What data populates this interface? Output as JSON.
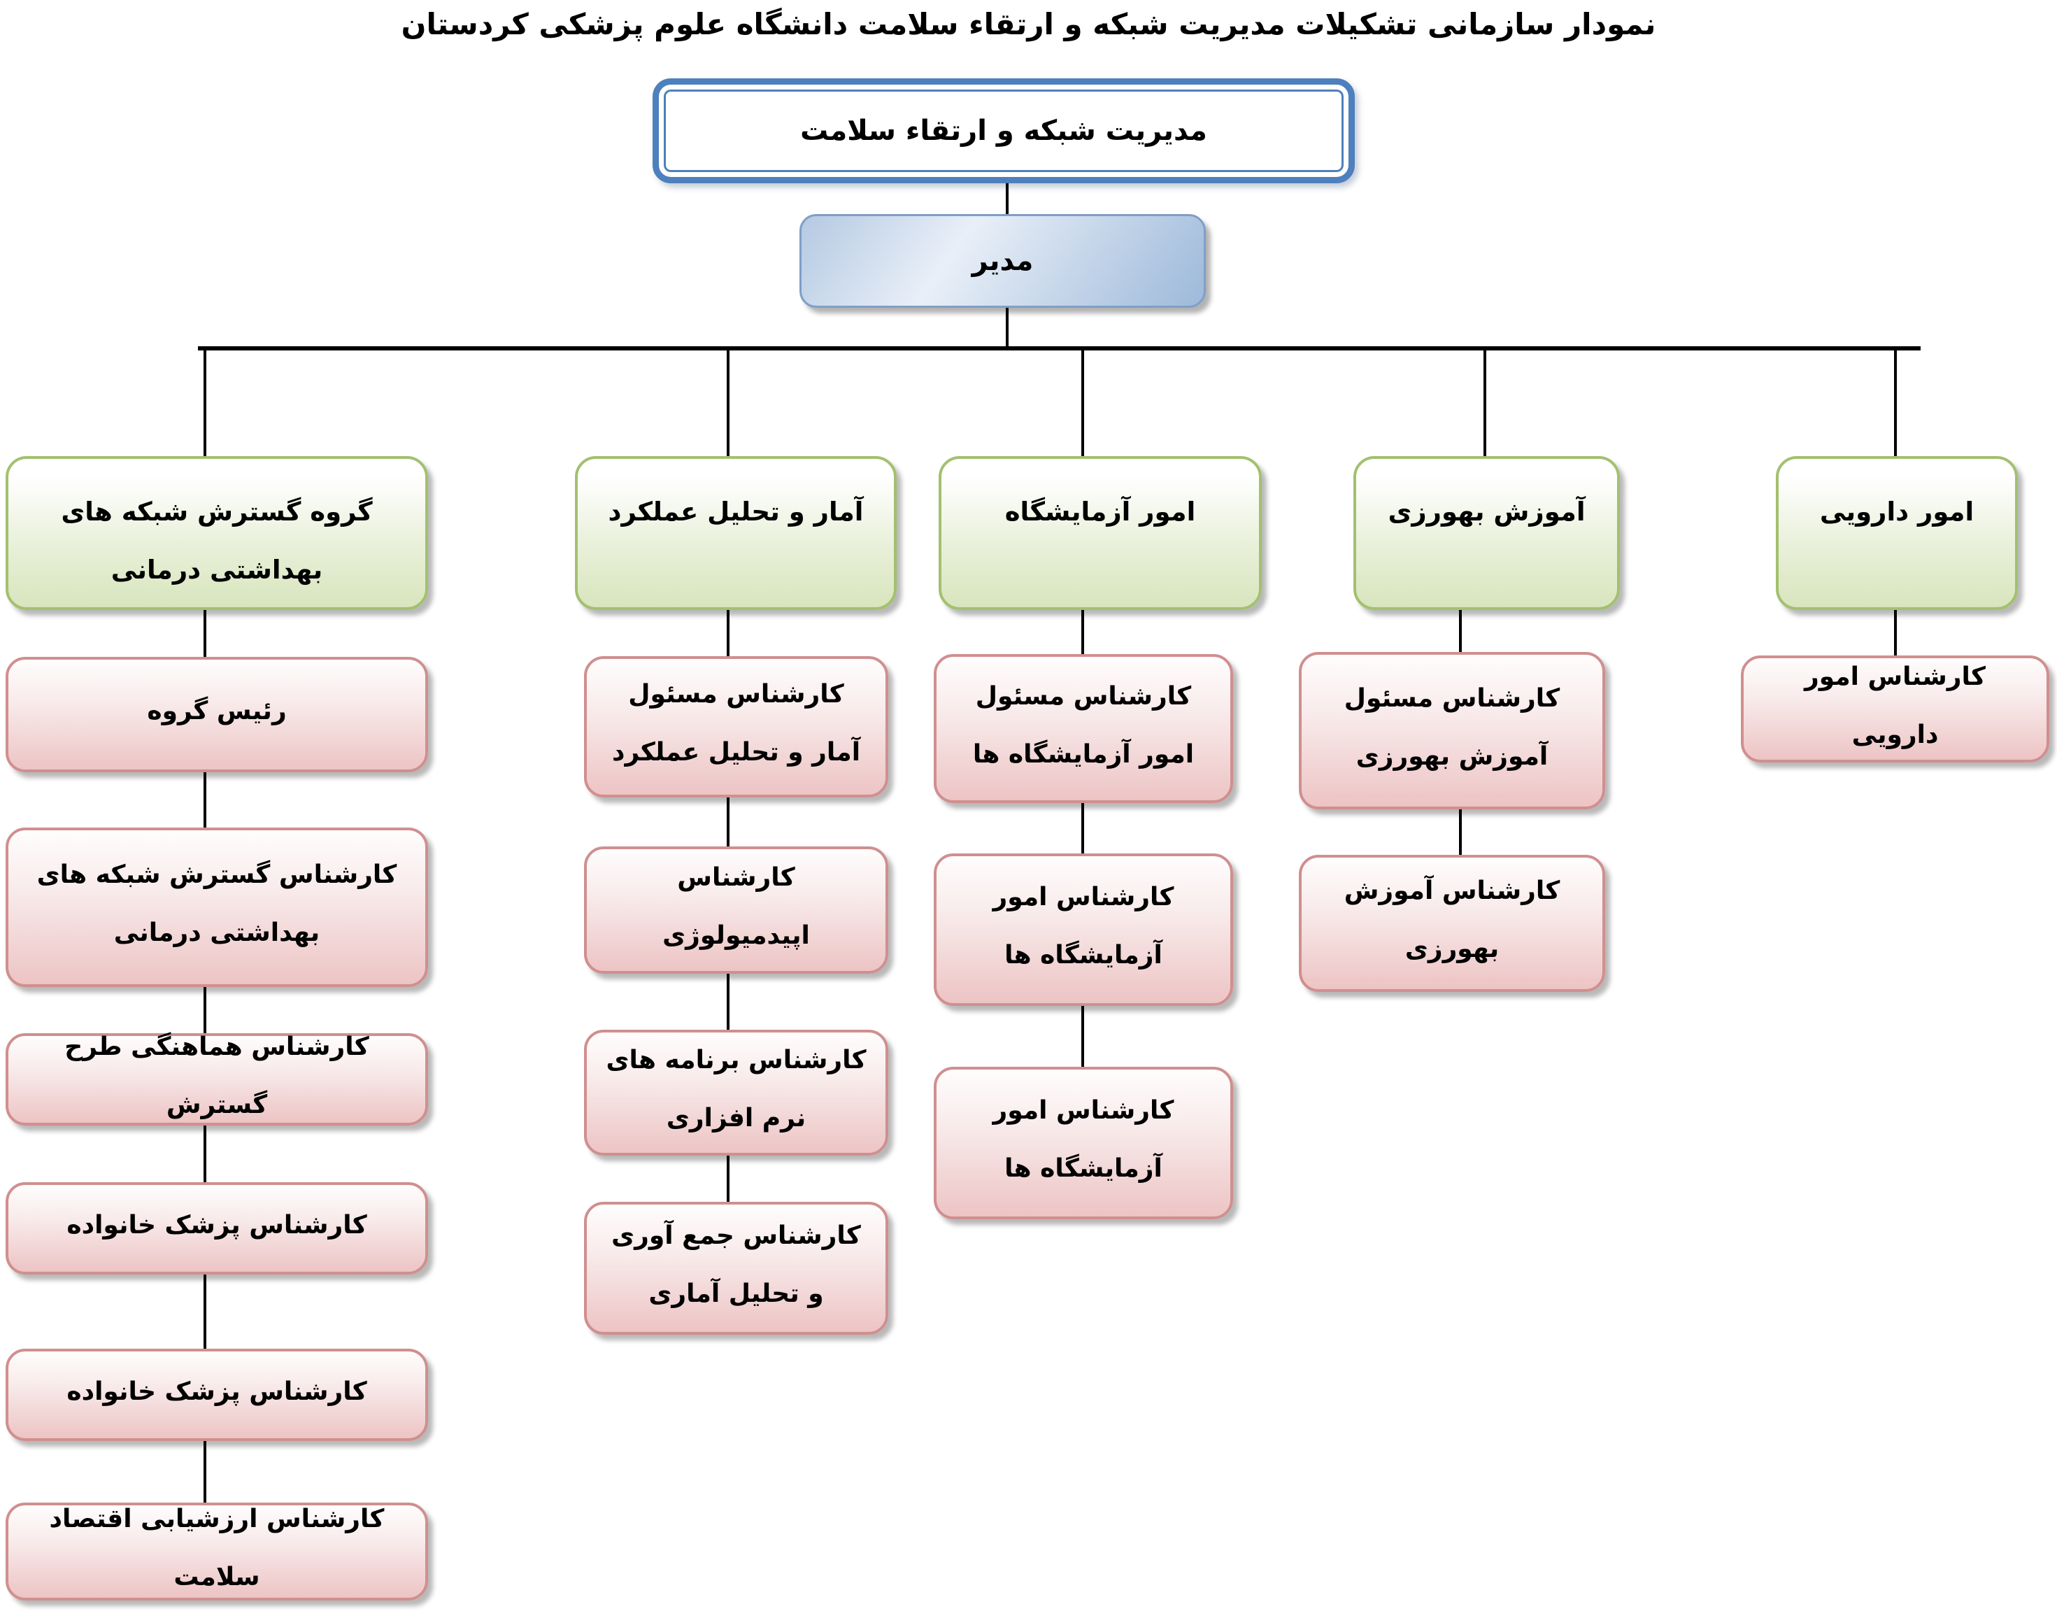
{
  "title": "نمودار سازمانی تشکیلات مدیریت شبکه و ارتقاء سلامت دانشگاه علوم پزشکی کردستان",
  "root": {
    "label": "مدیریت شبکه و ارتقاء سلامت"
  },
  "manager": {
    "label": "مدیر"
  },
  "columns": [
    {
      "dept": "گروه گسترش شبکه های بهداشتی درمانی",
      "roles": [
        "رئیس گروه",
        "کارشناس گسترش شبکه های بهداشتی درمانی",
        "کارشناس هماهنگی طرح گسترش",
        "کارشناس پزشک خانواده",
        "کارشناس پزشک خانواده",
        "کارشناس ارزشیابی اقتصاد سلامت"
      ]
    },
    {
      "dept": "آمار و تحلیل عملکرد",
      "roles": [
        "کارشناس مسئول آمار و تحلیل عملکرد",
        "کارشناس اپیدمیولوژی",
        "کارشناس برنامه های نرم افزاری",
        "کارشناس جمع آوری و تحلیل آماری"
      ]
    },
    {
      "dept": "امور آزمایشگاه",
      "roles": [
        "کارشناس مسئول امور آزمایشگاه ها",
        "کارشناس امور آزمایشگاه ها",
        "کارشناس امور آزمایشگاه ها"
      ]
    },
    {
      "dept": "آموزش بهورزی",
      "roles": [
        "کارشناس مسئول آموزش بهورزی",
        "کارشناس آموزش بهورزی"
      ]
    },
    {
      "dept": "امور دارویی",
      "roles": [
        "کارشناس امور دارویی"
      ]
    }
  ],
  "colors": {
    "line": "#000000",
    "blue-border": "#4d80bc",
    "mgr-border": "#7f9fc6",
    "green-border": "#a3c06f",
    "pink-border": "#d08f8f"
  }
}
